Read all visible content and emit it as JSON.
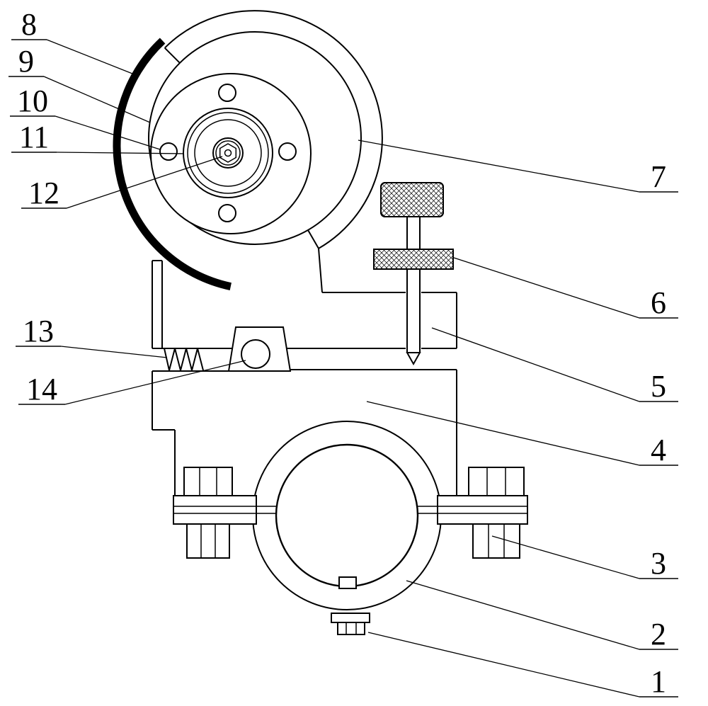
{
  "colors": {
    "background": "#ffffff",
    "line": "#000000",
    "brake_band": "#000000"
  },
  "labels": {
    "n1": "1",
    "n2": "2",
    "n3": "3",
    "n4": "4",
    "n5": "5",
    "n6": "6",
    "n7": "7",
    "n8": "8",
    "n9": "9",
    "n10": "10",
    "n11": "11",
    "n12": "12",
    "n13": "13",
    "n14": "14"
  }
}
